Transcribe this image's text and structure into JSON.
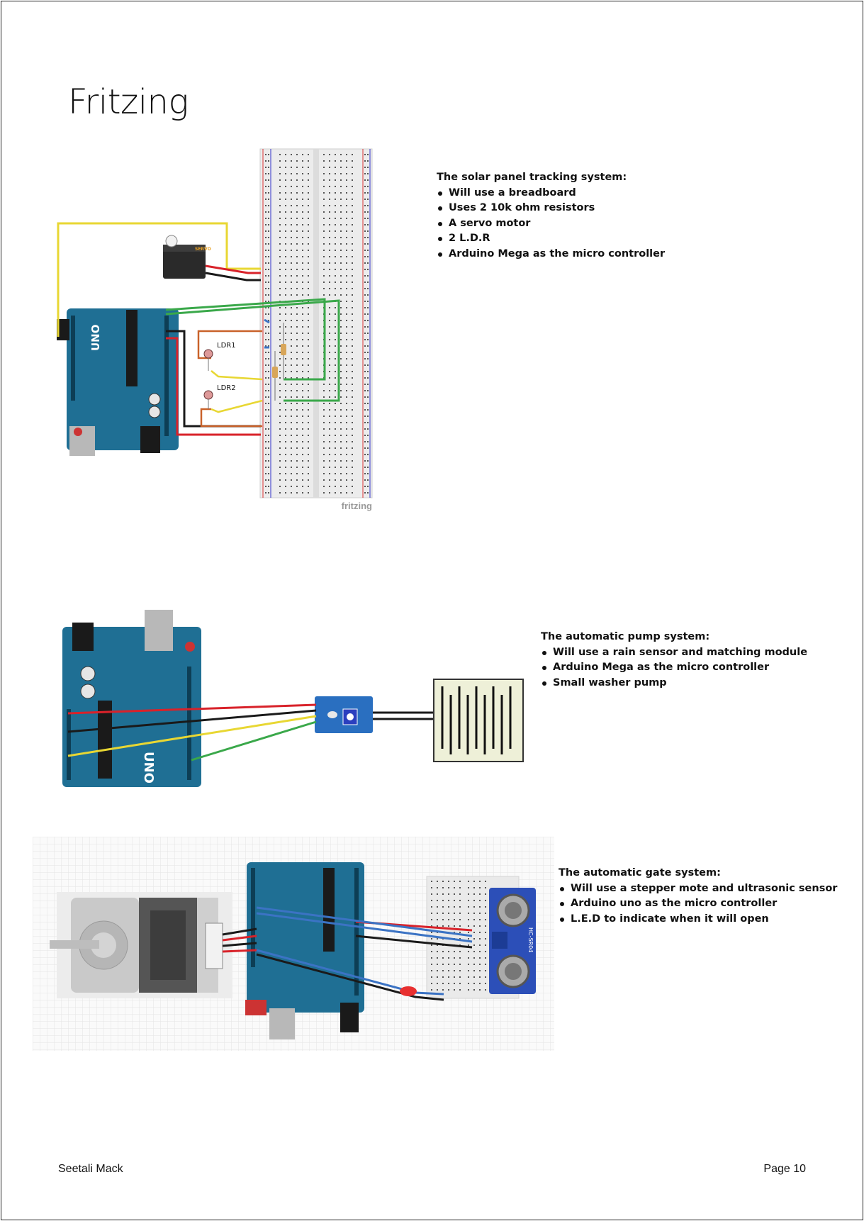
{
  "page": {
    "title": "Fritzing"
  },
  "solar": {
    "heading": "The solar panel tracking system:",
    "bullets": [
      "Will use a breadboard",
      "Uses 2 10k ohm resistors",
      "A servo motor",
      "2 L.D.R",
      "Arduino Mega as the micro controller"
    ],
    "labels": {
      "servo": "SERVO",
      "ldr1": "LDR1",
      "ldr2": "LDR2",
      "board": "UNO",
      "watermark": "fritzing"
    }
  },
  "pump": {
    "heading": "The automatic pump system:",
    "bullets": [
      "Will use a rain sensor and matching module",
      "Arduino Mega as the micro controller",
      "Small washer pump"
    ],
    "labels": {
      "board": "UNO"
    }
  },
  "gate": {
    "heading": "The automatic gate system:",
    "bullets": [
      "Will use a stepper mote and ultrasonic sensor",
      "Arduino uno as the micro controller",
      "L.E.D to indicate when it will open"
    ],
    "labels": {
      "sensor": "HC-SR04"
    }
  },
  "footer": {
    "author": "Seetali Mack",
    "page": "Page 10"
  },
  "colors": {
    "arduino": "#1f6f94",
    "wire_red": "#d8222a",
    "wire_black": "#1a1a1a",
    "wire_yellow": "#e8d733",
    "wire_green": "#3aa84a",
    "wire_blue": "#3b73c4",
    "wire_orange": "#c9622a"
  }
}
